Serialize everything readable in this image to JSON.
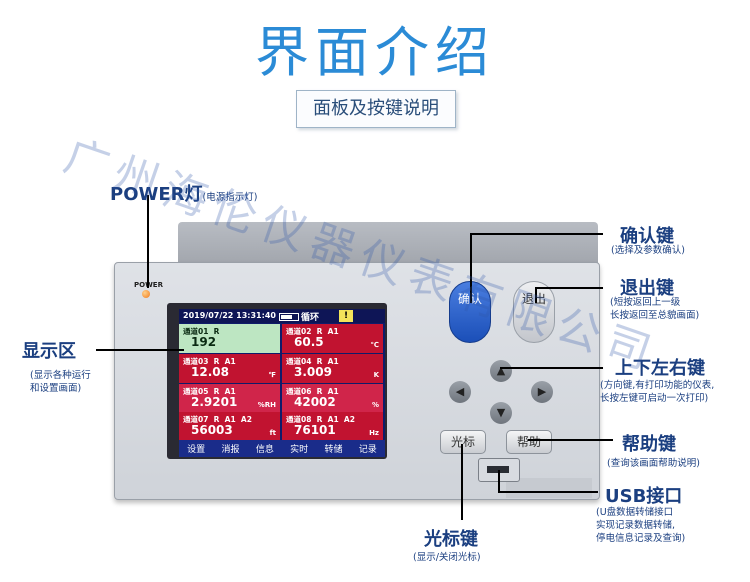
{
  "title": "界面介绍",
  "subtitle": "面板及按键说明",
  "watermark": "广州海伦仪器仪表有限公司",
  "device": {
    "power_text": "POWER",
    "screen": {
      "datetime": "2019/07/22 13:31:40",
      "mode": "循环",
      "warn": "!",
      "cells": [
        {
          "label": "通道01  R",
          "value": "192",
          "unit": ""
        },
        {
          "label": "通道02  R  A1",
          "value": "60.5",
          "unit": "℃"
        },
        {
          "label": "通道03  R  A1",
          "value": "12.08",
          "unit": "℉"
        },
        {
          "label": "通道04  R  A1",
          "value": "3.009",
          "unit": "K"
        },
        {
          "label": "通道05  R  A1",
          "value": "2.9201",
          "unit": "%RH"
        },
        {
          "label": "通道06  R  A1",
          "value": "42002",
          "unit": "%"
        },
        {
          "label": "通道07  R  A1  A2",
          "value": "56003",
          "unit": "ft"
        },
        {
          "label": "通道08  R  A1  A2",
          "value": "76101",
          "unit": "Hz"
        }
      ],
      "menu": [
        "设置",
        "消报",
        "信息",
        "实时",
        "转储",
        "记录"
      ]
    },
    "buttons": {
      "confirm": "确认",
      "exit": "退出",
      "cursor": "光标",
      "help": "帮助"
    }
  },
  "labels": {
    "power": {
      "title": "POWER灯",
      "note": "(电源指示灯)"
    },
    "display": {
      "title": "显示区",
      "note1": "(显示各种运行",
      "note2": "和设置画面)"
    },
    "confirm": {
      "title": "确认键",
      "note": "(选择及参数确认)"
    },
    "exit": {
      "title": "退出键",
      "note1": "(短按返回上一级",
      "note2": "长按返回至总貌画面)"
    },
    "arrows": {
      "title": "上下左右键",
      "note1": "(方向键,有打印功能的仪表,",
      "note2": "长按左键可启动一次打印)"
    },
    "help": {
      "title": "帮助键",
      "note": "(查询该画面帮助说明)"
    },
    "usb": {
      "title": "USB接口",
      "note1": "(U盘数据转储接口",
      "note2": "实现记录数据转储,",
      "note3": "停电信息记录及查询)"
    },
    "cursor": {
      "title": "光标键",
      "note": "(显示/关闭光标)"
    }
  },
  "colors": {
    "title": "#2b8bd6",
    "label": "#1b3f80",
    "screen_bg": "#0f1b6a",
    "cell_red": "#c11330",
    "cell_green": "#bde6c2",
    "confirm_btn": "#1b4fb8"
  }
}
